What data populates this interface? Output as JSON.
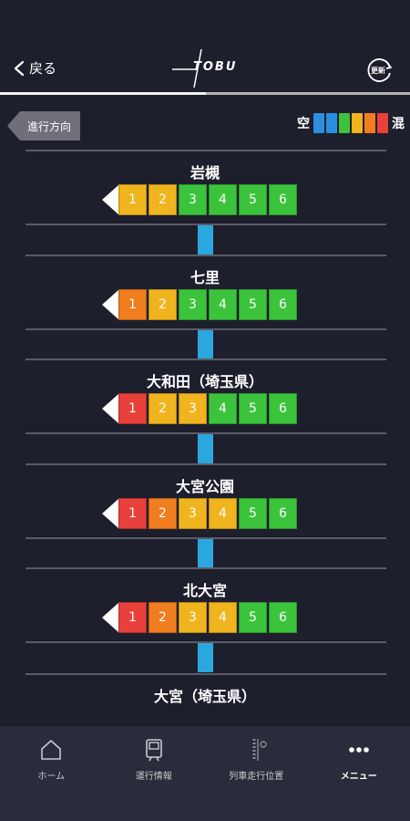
{
  "header": {
    "back_label": "戻る",
    "logo_text": "TOBU",
    "refresh_label": "更新"
  },
  "direction_label": "進行方向",
  "legend": {
    "empty_label": "空",
    "crowded_label": "混",
    "colors": [
      "#2b8ee0",
      "#2b8ee0",
      "#3cc33c",
      "#f0b41e",
      "#f07d1e",
      "#e8403a"
    ]
  },
  "car_colors": {
    "red": "#e8403a",
    "orange": "#f07d1e",
    "yellow": "#f0b41e",
    "green": "#3cc33c",
    "blue": "#2ba7e0"
  },
  "stations": [
    {
      "name": "岩槻",
      "cars": [
        {
          "num": "1",
          "level": "yellow"
        },
        {
          "num": "2",
          "level": "yellow"
        },
        {
          "num": "3",
          "level": "green"
        },
        {
          "num": "4",
          "level": "green"
        },
        {
          "num": "5",
          "level": "green"
        },
        {
          "num": "6",
          "level": "green"
        }
      ]
    },
    {
      "name": "七里",
      "cars": [
        {
          "num": "1",
          "level": "orange"
        },
        {
          "num": "2",
          "level": "yellow"
        },
        {
          "num": "3",
          "level": "green"
        },
        {
          "num": "4",
          "level": "green"
        },
        {
          "num": "5",
          "level": "green"
        },
        {
          "num": "6",
          "level": "green"
        }
      ]
    },
    {
      "name": "大和田（埼玉県）",
      "cars": [
        {
          "num": "1",
          "level": "red"
        },
        {
          "num": "2",
          "level": "yellow"
        },
        {
          "num": "3",
          "level": "yellow"
        },
        {
          "num": "4",
          "level": "green"
        },
        {
          "num": "5",
          "level": "green"
        },
        {
          "num": "6",
          "level": "green"
        }
      ]
    },
    {
      "name": "大宮公園",
      "cars": [
        {
          "num": "1",
          "level": "red"
        },
        {
          "num": "2",
          "level": "orange"
        },
        {
          "num": "3",
          "level": "yellow"
        },
        {
          "num": "4",
          "level": "yellow"
        },
        {
          "num": "5",
          "level": "green"
        },
        {
          "num": "6",
          "level": "green"
        }
      ]
    },
    {
      "name": "北大宮",
      "cars": [
        {
          "num": "1",
          "level": "red"
        },
        {
          "num": "2",
          "level": "orange"
        },
        {
          "num": "3",
          "level": "yellow"
        },
        {
          "num": "4",
          "level": "yellow"
        },
        {
          "num": "5",
          "level": "green"
        },
        {
          "num": "6",
          "level": "green"
        }
      ]
    }
  ],
  "final_station": "大宮（埼玉県）",
  "nav": {
    "home": "ホーム",
    "service_info": "運行情報",
    "train_position": "列車走行位置",
    "menu": "メニュー"
  }
}
